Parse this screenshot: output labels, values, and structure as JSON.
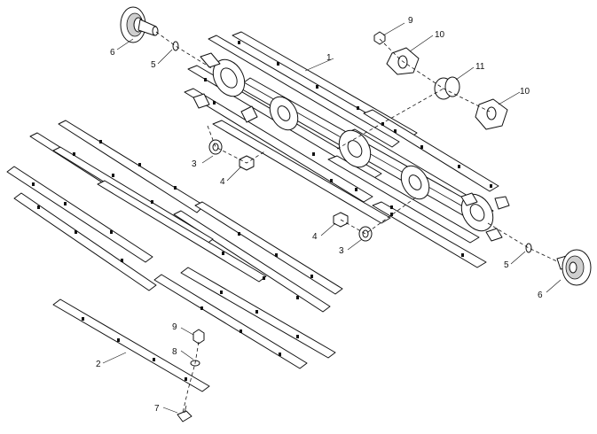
{
  "callouts": [
    {
      "id": "c1",
      "text": "1"
    },
    {
      "id": "c2",
      "text": "2"
    },
    {
      "id": "c3a",
      "text": "3"
    },
    {
      "id": "c3b",
      "text": "3"
    },
    {
      "id": "c4a",
      "text": "4"
    },
    {
      "id": "c4b",
      "text": "4"
    },
    {
      "id": "c5a",
      "text": "5"
    },
    {
      "id": "c5b",
      "text": "5"
    },
    {
      "id": "c6a",
      "text": "6"
    },
    {
      "id": "c6b",
      "text": "6"
    },
    {
      "id": "c7",
      "text": "7"
    },
    {
      "id": "c8",
      "text": "8"
    },
    {
      "id": "c9a",
      "text": "9"
    },
    {
      "id": "c9b",
      "text": "9"
    },
    {
      "id": "c10a",
      "text": "10"
    },
    {
      "id": "c10b",
      "text": "10"
    },
    {
      "id": "c11",
      "text": "11"
    }
  ]
}
